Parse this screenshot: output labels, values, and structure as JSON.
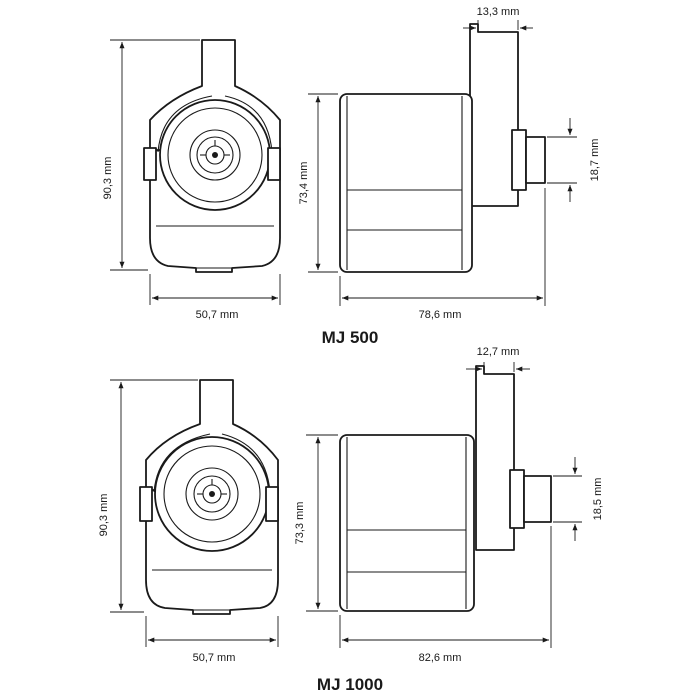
{
  "diagrams": [
    {
      "model": "MJ 500",
      "dimensions": {
        "front_height": "90,3 mm",
        "front_width": "50,7 mm",
        "side_height": "73,4 mm",
        "side_length": "78,6 mm",
        "bracket_width": "13,3 mm",
        "outlet_diameter": "18,7 mm"
      }
    },
    {
      "model": "MJ 1000",
      "dimensions": {
        "front_height": "90,3 mm",
        "front_width": "50,7 mm",
        "side_height": "73,3 mm",
        "side_length": "82,6 mm",
        "bracket_width": "12,7 mm",
        "outlet_diameter": "18,5 mm"
      }
    }
  ],
  "colors": {
    "line": "#1a1a1a",
    "background": "#ffffff"
  }
}
